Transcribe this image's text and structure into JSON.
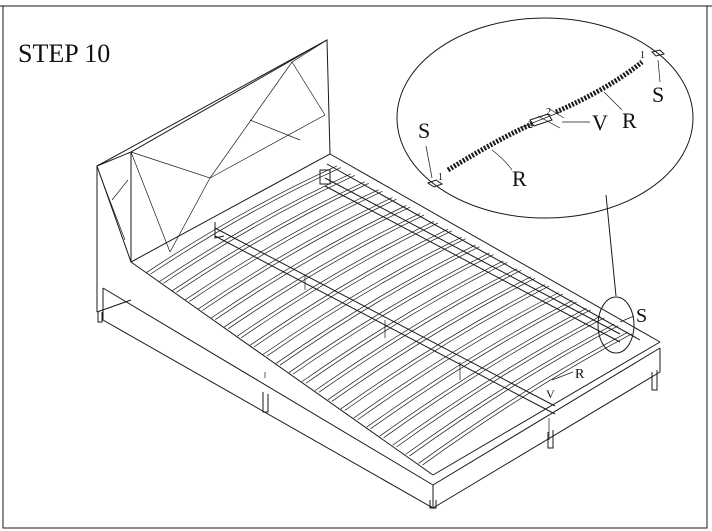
{
  "step_title": "STEP  10",
  "labels": {
    "detail_s_left": "S",
    "detail_s_right": "S",
    "detail_r_left": "R",
    "detail_r_right": "R",
    "detail_v": "V",
    "detail_num_1_left": "1",
    "detail_num_2_left": "2",
    "detail_num_2_right": "2",
    "detail_num_1_right": "1",
    "bed_s": "S",
    "bed_r": "R",
    "bed_v": "V"
  },
  "slat_count": 22
}
